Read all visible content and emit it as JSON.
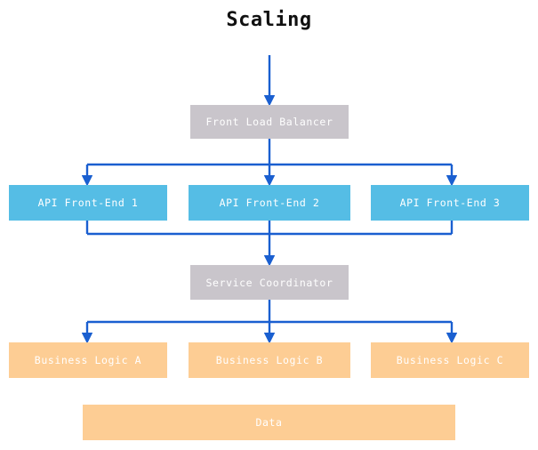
{
  "diagram": {
    "title": "Scaling",
    "colors": {
      "background": "#ffffff",
      "title_text": "#111111",
      "node_gray": "#c9c5cb",
      "node_blue": "#55bde5",
      "node_orange": "#fdcd94",
      "node_label": "#ffffff",
      "connector": "#1a5fd0"
    },
    "tiers": {
      "entry": {
        "nodes": [
          {
            "id": "front-load-balancer",
            "label": "Front Load Balancer",
            "style": "gray"
          }
        ]
      },
      "api": {
        "nodes": [
          {
            "id": "api-front-end-1",
            "label": "API Front-End 1",
            "style": "blue"
          },
          {
            "id": "api-front-end-2",
            "label": "API Front-End 2",
            "style": "blue"
          },
          {
            "id": "api-front-end-3",
            "label": "API Front-End 3",
            "style": "blue"
          }
        ]
      },
      "coordinator": {
        "nodes": [
          {
            "id": "service-coordinator",
            "label": "Service Coordinator",
            "style": "gray"
          }
        ]
      },
      "logic": {
        "nodes": [
          {
            "id": "business-logic-a",
            "label": "Business Logic A",
            "style": "orange"
          },
          {
            "id": "business-logic-b",
            "label": "Business Logic B",
            "style": "orange"
          },
          {
            "id": "business-logic-c",
            "label": "Business Logic C",
            "style": "orange"
          }
        ]
      },
      "storage": {
        "nodes": [
          {
            "id": "data",
            "label": "Data",
            "style": "orange"
          }
        ]
      }
    },
    "connections": [
      {
        "id": "inbound-to-load-balancer",
        "from": "external-traffic",
        "to": "front-load-balancer"
      },
      {
        "id": "load-balancer-to-api-1",
        "from": "front-load-balancer",
        "to": "api-front-end-1"
      },
      {
        "id": "load-balancer-to-api-2",
        "from": "front-load-balancer",
        "to": "api-front-end-2"
      },
      {
        "id": "load-balancer-to-api-3",
        "from": "front-load-balancer",
        "to": "api-front-end-3"
      },
      {
        "id": "api-1-to-coordinator",
        "from": "api-front-end-1",
        "to": "service-coordinator"
      },
      {
        "id": "api-2-to-coordinator",
        "from": "api-front-end-2",
        "to": "service-coordinator"
      },
      {
        "id": "api-3-to-coordinator",
        "from": "api-front-end-3",
        "to": "service-coordinator"
      },
      {
        "id": "coordinator-to-logic-a",
        "from": "service-coordinator",
        "to": "business-logic-a"
      },
      {
        "id": "coordinator-to-logic-b",
        "from": "service-coordinator",
        "to": "business-logic-b"
      },
      {
        "id": "coordinator-to-logic-c",
        "from": "service-coordinator",
        "to": "business-logic-c"
      }
    ]
  }
}
